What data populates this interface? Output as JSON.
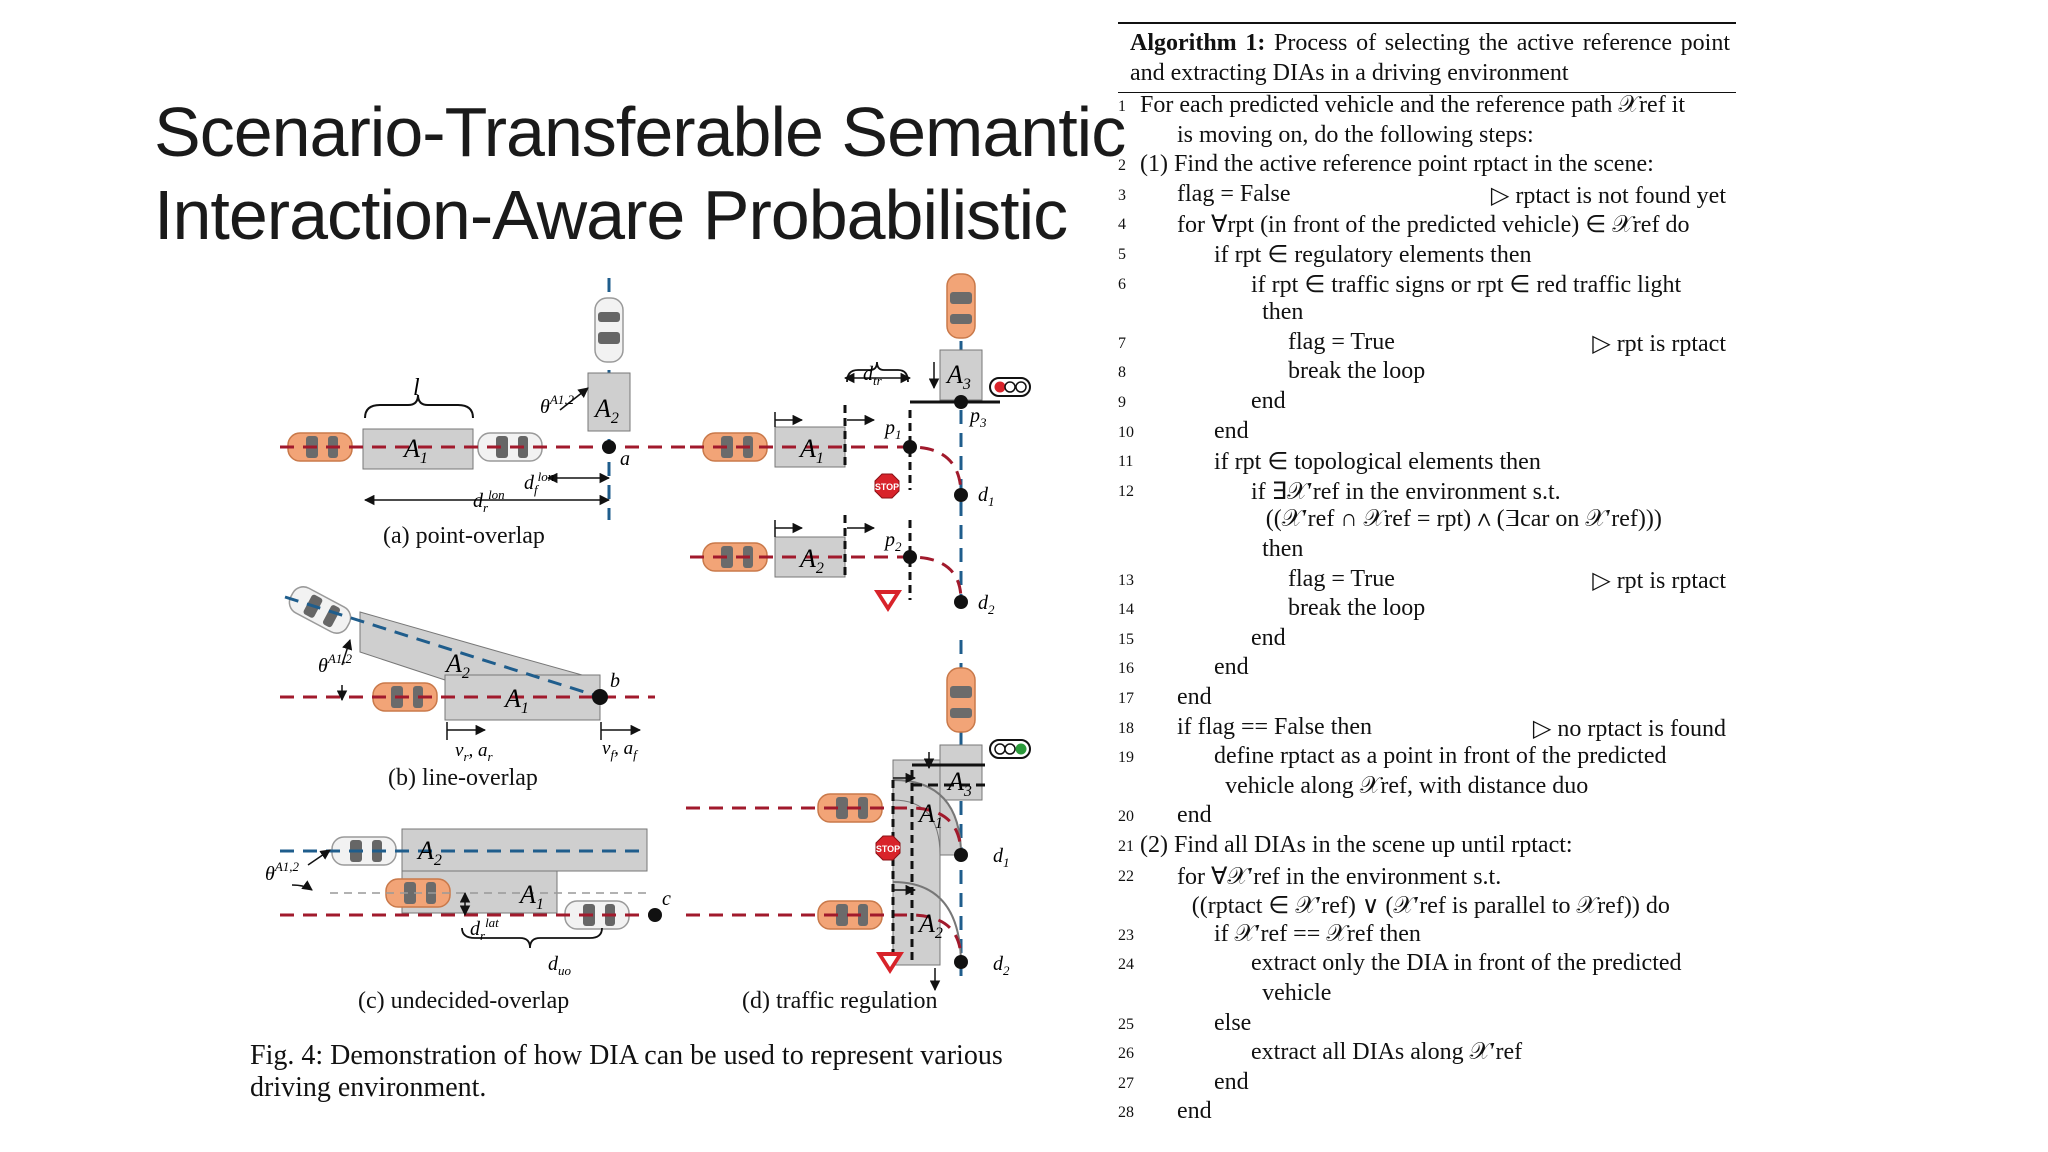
{
  "slide": {
    "title_line1": "Scenario-Transferable Semantic",
    "title_line2": "Interaction-Aware Probabilistic"
  },
  "figure": {
    "caption": "Fig. 4: Demonstration of how DIA can be used to represent various driving environment.",
    "sub_a": "(a) point-overlap",
    "sub_b": "(b) line-overlap",
    "sub_c": "(c) undecided-overlap",
    "sub_d": "(d) traffic regulation",
    "labels": {
      "l": "l",
      "A1": "A",
      "A2": "A",
      "A3": "A",
      "theta": "θ",
      "theta_sup": "A1,2",
      "a": "a",
      "b": "b",
      "c": "c",
      "d_r_lon": "d",
      "d_f_lon": "d",
      "v_r": "v",
      "v_f": "v",
      "d_r_lat": "d",
      "d_uo": "d",
      "d_tr": "d",
      "p1": "p",
      "p2": "p",
      "p3": "p",
      "d1": "d",
      "d2": "d",
      "stop": "STOP"
    }
  },
  "colors": {
    "red_dashed": "#a11a2c",
    "blue_dashed": "#1f5d8c",
    "gray_area": "#cfcfcf",
    "car_orange": "#f2a477",
    "light_red": "#d8232a",
    "light_green": "#2a9a3a"
  },
  "algorithm": {
    "header_label": "Algorithm 1:",
    "header_text": "Process of selecting the active reference point and extracting DIAs in a driving environment",
    "lines": [
      {
        "n": "1",
        "indent": 0,
        "text": "For each predicted vehicle and the reference path 𝒳ref it"
      },
      {
        "n": "",
        "indent": 1,
        "text": "is moving on, do the following steps:"
      },
      {
        "n": "2",
        "indent": 0,
        "text": "(1) Find the active reference point rptact in the scene:"
      },
      {
        "n": "3",
        "indent": 1,
        "text": "flag = False",
        "comment": "▷ rptact is not found yet"
      },
      {
        "n": "4",
        "indent": 1,
        "text": "for ∀rpt (in front of the predicted vehicle) ∈ 𝒳ref do"
      },
      {
        "n": "5",
        "indent": 2,
        "text": "if rpt ∈ regulatory elements then"
      },
      {
        "n": "6",
        "indent": 3,
        "text": "if rpt ∈ traffic signs or rpt ∈ red traffic light"
      },
      {
        "n": "",
        "indent": 3.3,
        "text": "then"
      },
      {
        "n": "7",
        "indent": 4,
        "text": "flag = True",
        "comment": "▷ rpt is rptact"
      },
      {
        "n": "8",
        "indent": 4,
        "text": "break the loop"
      },
      {
        "n": "9",
        "indent": 3,
        "text": "end"
      },
      {
        "n": "10",
        "indent": 2,
        "text": "end"
      },
      {
        "n": "11",
        "indent": 2,
        "text": "if rpt ∈ topological elements then"
      },
      {
        "n": "12",
        "indent": 3,
        "text": "if ∃𝒳′ref in the environment s.t."
      },
      {
        "n": "",
        "indent": 3.4,
        "text": "((𝒳′ref ∩ 𝒳ref = rpt) ∧ (∃car on 𝒳′ref)))"
      },
      {
        "n": "",
        "indent": 3.3,
        "text": "then"
      },
      {
        "n": "13",
        "indent": 4,
        "text": "flag = True",
        "comment": "▷ rpt is rptact"
      },
      {
        "n": "14",
        "indent": 4,
        "text": "break the loop"
      },
      {
        "n": "15",
        "indent": 3,
        "text": "end"
      },
      {
        "n": "16",
        "indent": 2,
        "text": "end"
      },
      {
        "n": "17",
        "indent": 1,
        "text": "end"
      },
      {
        "n": "18",
        "indent": 1,
        "text": "if flag == False then",
        "comment": "▷ no rptact is found"
      },
      {
        "n": "19",
        "indent": 2,
        "text": "define rptact as a point in front of the predicted"
      },
      {
        "n": "",
        "indent": 2.3,
        "text": "vehicle along 𝒳ref, with distance duo"
      },
      {
        "n": "20",
        "indent": 1,
        "text": "end"
      },
      {
        "n": "21",
        "indent": 0,
        "text": "(2) Find all DIAs in the scene up until rptact:"
      },
      {
        "n": "22",
        "indent": 1,
        "text": "for ∀𝒳′ref in the environment s.t."
      },
      {
        "n": "",
        "indent": 1.4,
        "text": "((rptact ∈ 𝒳′ref) ∨ (𝒳′ref is parallel to 𝒳ref)) do"
      },
      {
        "n": "23",
        "indent": 2,
        "text": "if 𝒳′ref == 𝒳ref then"
      },
      {
        "n": "24",
        "indent": 3,
        "text": "extract only the DIA in front of the predicted"
      },
      {
        "n": "",
        "indent": 3.3,
        "text": "vehicle"
      },
      {
        "n": "25",
        "indent": 2,
        "text": "else"
      },
      {
        "n": "26",
        "indent": 3,
        "text": "extract all DIAs along 𝒳′ref"
      },
      {
        "n": "27",
        "indent": 2,
        "text": "end"
      },
      {
        "n": "28",
        "indent": 1,
        "text": "end"
      }
    ]
  }
}
